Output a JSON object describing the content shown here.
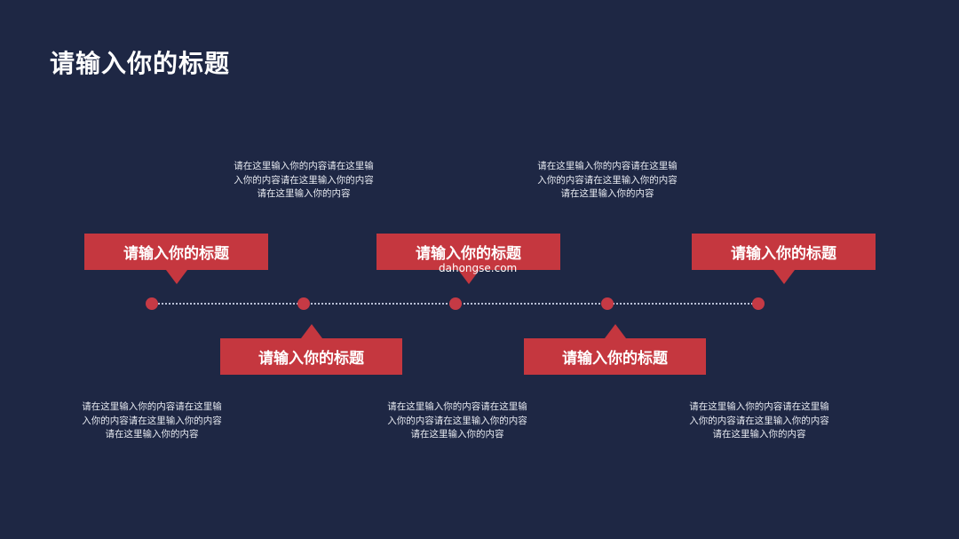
{
  "title": "请输入你的标题",
  "watermark": "dahongse.com",
  "colors": {
    "background": "#1e2744",
    "accent": "#c5373f",
    "text": "#ffffff"
  },
  "items": [
    {
      "label": "请输入你的标题",
      "desc": [
        "请在这里输入你的内容请在这里输",
        "入你的内容请在这里输入你的内容",
        "请在这里输入你的内容"
      ]
    },
    {
      "label": "请输入你的标题",
      "desc": [
        "请在这里输入你的内容请在这里输",
        "入你的内容请在这里输入你的内容",
        "请在这里输入你的内容"
      ]
    },
    {
      "label": "请输入你的标题",
      "desc": [
        "请在这里输入你的内容请在这里输",
        "入你的内容请在这里输入你的内容",
        "请在这里输入你的内容"
      ]
    },
    {
      "label": "请输入你的标题",
      "desc": [
        "请在这里输入你的内容请在这里输",
        "入你的内容请在这里输入你的内容",
        "请在这里输入你的内容"
      ]
    },
    {
      "label": "请输入你的标题",
      "desc": [
        "请在这里输入你的内容请在这里输",
        "入你的内容请在这里输入你的内容",
        "请在这里输入你的内容"
      ]
    }
  ]
}
